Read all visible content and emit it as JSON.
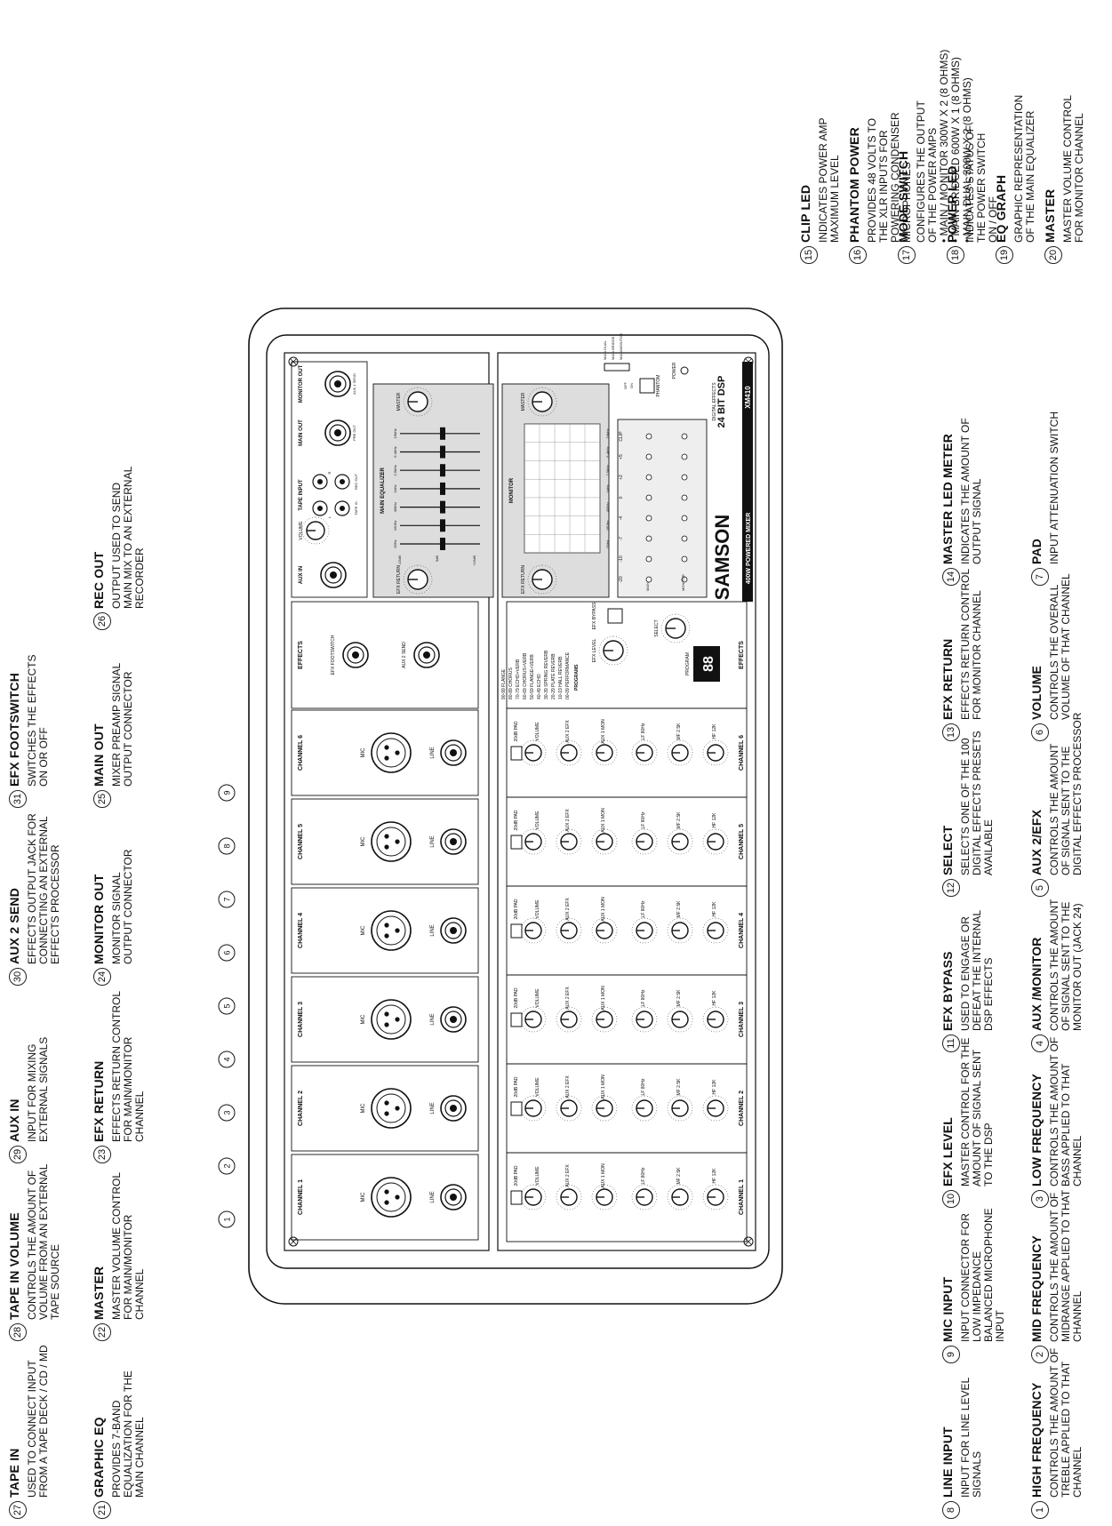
{
  "brand": {
    "name": "SAMSON",
    "model_line": "400W POWERED MIXER",
    "model": "XM410",
    "dsp_title": "24 BIT DSP",
    "dsp_sub": "DIGITAL EFFECTS"
  },
  "legends": [
    {
      "n": "1",
      "title": "HIGH FREQUENCY",
      "lines": [
        "CONTROLS THE AMOUNT OF",
        "TREBLE APPLIED TO THAT",
        "CHANNEL"
      ]
    },
    {
      "n": "2",
      "title": "MID FREQUENCY",
      "lines": [
        "CONTROLS THE AMOUNT OF",
        "MIDRANGE APPLIED TO THAT",
        "CHANNEL"
      ]
    },
    {
      "n": "3",
      "title": "LOW FREQUENCY",
      "lines": [
        "CONTROLS THE AMOUNT OF",
        "BASS APPLIED TO THAT",
        "CHANNEL"
      ]
    },
    {
      "n": "4",
      "title": "AUX /MONITOR",
      "lines": [
        "CONTROLS THE AMOUNT",
        "OF SIGNAL SENT TO THE",
        "MONITOR OUT (JACK 24)"
      ]
    },
    {
      "n": "5",
      "title": "AUX 2/EFX",
      "lines": [
        "CONTROLS THE AMOUNT",
        "OF SIGNAL SENT TO THE",
        "DIGITAL EFFECTS PROCESSOR"
      ]
    },
    {
      "n": "6",
      "title": "VOLUME",
      "lines": [
        "CONTROLS THE OVERALL",
        "VOLUME OF THAT CHANNEL"
      ]
    },
    {
      "n": "7",
      "title": "PAD",
      "lines": [
        "INPUT ATTENUATION SWITCH"
      ]
    },
    {
      "n": "8",
      "title": "LINE INPUT",
      "lines": [
        "INPUT FOR LINE LEVEL",
        "SIGNALS"
      ]
    },
    {
      "n": "9",
      "title": "MIC INPUT",
      "lines": [
        "INPUT CONNECTOR FOR",
        "LOW IMPEDANCE",
        "BALANCED MICROPHONE",
        "INPUT"
      ]
    },
    {
      "n": "10",
      "title": "EFX LEVEL",
      "lines": [
        "MASTER CONTROL FOR THE",
        "AMOUNT OF SIGNAL SENT",
        "TO THE DSP"
      ]
    },
    {
      "n": "11",
      "title": "EFX BYPASS",
      "lines": [
        "USED TO ENGAGE OR",
        "DEFEAT THE INTERNAL",
        "DSP EFFECTS"
      ]
    },
    {
      "n": "12",
      "title": "SELECT",
      "lines": [
        "SELECTS ONE OF THE 100",
        "DIGITAL EFFECTS PRESETS",
        "AVAILABLE"
      ]
    },
    {
      "n": "13",
      "title": "EFX RETURN",
      "lines": [
        "EFFECTS RETURN CONTROL",
        "FOR MONITOR CHANNEL"
      ]
    },
    {
      "n": "14",
      "title": "MASTER LED METER",
      "lines": [
        "INDICATES THE AMOUNT OF",
        "OUTPUT SIGNAL"
      ]
    },
    {
      "n": "15",
      "title": "CLIP LED",
      "lines": [
        "INDICATES POWER AMP",
        "MAXIMUM LEVEL"
      ]
    },
    {
      "n": "16",
      "title": "PHANTOM POWER",
      "lines": [
        "PROVIDES 48 VOLTS TO",
        "THE XLR INPUTS FOR",
        "POWERING CONDENSER",
        "MICROPHONES"
      ]
    },
    {
      "n": "17",
      "title": "MODE SWITCH",
      "lines": [
        "CONFIGURES THE OUTPUT",
        "OF THE POWER AMPS",
        "• MAIN / MONITOR 300W X 2 (8 ohms)",
        "• MAIN BRIDGED 600W X 1 (8 ohms)",
        "• MAIN DUAL 300W X 2 (8 ohms)"
      ]
    },
    {
      "n": "18",
      "title": "POWER LED",
      "lines": [
        "INDICATES STATUS OF",
        "THE POWER SWITCH",
        "ON / OFF"
      ]
    },
    {
      "n": "19",
      "title": "EQ GRAPH",
      "lines": [
        "GRAPHIC REPRESENTATION",
        "OF THE MAIN EQUALIZER"
      ]
    },
    {
      "n": "20",
      "title": "MASTER",
      "lines": [
        "MASTER VOLUME CONTROL",
        "FOR MONITOR CHANNEL"
      ]
    },
    {
      "n": "21",
      "title": "GRAPHIC EQ",
      "lines": [
        "PROVIDES 7-BAND",
        "EQUALIZATION FOR THE",
        "MAIN CHANNEL"
      ]
    },
    {
      "n": "22",
      "title": "MASTER",
      "lines": [
        "MASTER VOLUME CONTROL",
        "FOR MAIN/MONITOR",
        "CHANNEL"
      ]
    },
    {
      "n": "23",
      "title": "EFX RETURN",
      "lines": [
        "EFFECTS RETURN CONTROL",
        "FOR MAIN/MONITOR",
        "CHANNEL"
      ]
    },
    {
      "n": "24",
      "title": "MONITOR OUT",
      "lines": [
        "MONITOR SIGNAL",
        "OUTPUT CONNECTOR"
      ]
    },
    {
      "n": "25",
      "title": "MAIN OUT",
      "lines": [
        "MIXER PREAMP SIGNAL",
        "OUTPUT CONNECTOR"
      ]
    },
    {
      "n": "26",
      "title": "REC OUT",
      "lines": [
        "OUTPUT USED TO SEND",
        "MAIN MIX TO AN EXTERNAL",
        "RECORDER"
      ]
    },
    {
      "n": "27",
      "title": "TAPE IN",
      "lines": [
        "USED TO CONNECT INPUT",
        "FROM A TAPE DECK / CD / MD"
      ]
    },
    {
      "n": "28",
      "title": "TAPE IN VOLUME",
      "lines": [
        "CONTROLS THE AMOUNT OF",
        "VOLUME FROM AN EXTERNAL",
        "TAPE SOURCE"
      ]
    },
    {
      "n": "29",
      "title": "AUX IN",
      "lines": [
        "INPUT FOR MIXING",
        "EXTERNAL SIGNALS"
      ]
    },
    {
      "n": "30",
      "title": "AUX 2 SEND",
      "lines": [
        "EFFECTS OUTPUT JACK FOR",
        "CONNECTING AN EXTERNAL",
        "EFFECTS PROCESSOR"
      ]
    },
    {
      "n": "31",
      "title": "EFX FOOTSWITCH",
      "lines": [
        "SWITCHES THE EFFECTS",
        "ON OR OFF"
      ]
    }
  ],
  "channels": [
    "CHANNEL 1",
    "CHANNEL 2",
    "CHANNEL 3",
    "CHANNEL 4",
    "CHANNEL 5",
    "CHANNEL 6"
  ],
  "knob_labels": {
    "hf": "HF 12K",
    "mf": "MF 2.5K",
    "lf": "LF 80Hz",
    "aux1": "AUX 1 MON",
    "aux2": "AUX 2 EFX",
    "vol": "VOLUME",
    "pad": "20dB PAD",
    "line": "LINE",
    "mic": "MIC"
  },
  "effects": {
    "title": "EFFECTS",
    "program": "PROGRAM",
    "display": "88",
    "select": "SELECT",
    "efx_level": "EFX LEVEL",
    "efx_bypass": "EFX BYPASS",
    "programs_title": "PROGRAMS",
    "programs": [
      "00-09 PERFORMANCE",
      "10-19 HALL REVERB",
      "20-29 PLATE REVERB",
      "30-39 SPRING REVERB",
      "40-49 ECHO",
      "50-59 FLANGE+VERB",
      "60-69 CHORUS+VERB",
      "70-79 ECHO+VERB",
      "80-89 CHORUS",
      "90-99 FLANGE"
    ]
  },
  "monitor": {
    "title": "MONITOR",
    "efx_return": "EFX RETURN",
    "master": "MASTER",
    "meter_scale": [
      "-20",
      "-10",
      "-7",
      "-4",
      "0",
      "+2",
      "+5",
      "CLIP"
    ],
    "meter_rows": [
      "MONITOR",
      "MAIN"
    ],
    "freqs": [
      "63Hz",
      "160Hz",
      "400Hz",
      "1kHz",
      "2.5kHz",
      "6.4kHz",
      "16kHz"
    ]
  },
  "main_eq": {
    "title": "MAIN EQUALIZER",
    "efx_return": "EFX RETURN",
    "master": "MASTER",
    "freqs": [
      "63Hz",
      "160Hz",
      "400Hz",
      "1kHz",
      "2.5kHz",
      "6.4kHz",
      "16kHz"
    ],
    "db": [
      "+15dB",
      "0dB",
      "-15dB"
    ]
  },
  "power": {
    "power": "POWER",
    "phantom": "PHANTOM",
    "on": "ON",
    "off": "OFF",
    "modes": [
      "MAIN/MONITOR",
      "MAIN BRIDGE",
      "MAIN DUAL"
    ]
  },
  "rear": {
    "aux_in": "AUX IN",
    "tape_input": "TAPE INPUT",
    "tape_in": "TAPE IN",
    "rec_out": "REC OUT",
    "volume": "VOLUME",
    "main_out": "MAIN OUT",
    "pre_out": "PRE OUT",
    "monitor_out": "MONITOR OUT",
    "aux1_send": "AUX 1 SEND",
    "aux2_send": "AUX 2 SEND",
    "footswitch": "EFX FOOTSWITCH",
    "effects": "EFFECTS",
    "L": "L",
    "R": "R"
  }
}
